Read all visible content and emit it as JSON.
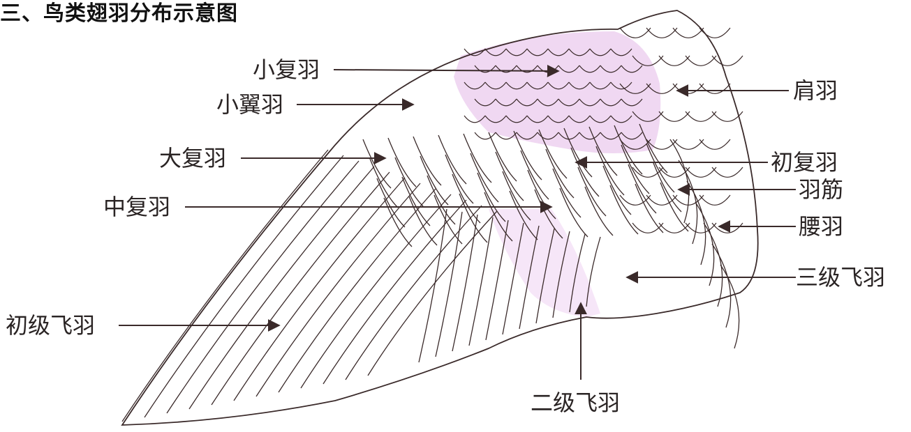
{
  "title": "三、鸟类翅羽分布示意图",
  "colors": {
    "line": "#3a2a2a",
    "covert_tint": "#f0d8f2",
    "secondary_tint": "#f6e6f8",
    "label_text": "#2a2424"
  },
  "labels": {
    "lesser_coverts": "小复羽",
    "alula": "小翼羽",
    "greater_coverts": "大复羽",
    "median_coverts": "中复羽",
    "primaries": "初级飞羽",
    "secondaries": "二级飞羽",
    "scapulars": "肩羽",
    "primary_coverts": "初复羽",
    "feather_shaft": "羽筋",
    "rump_feathers": "腰羽",
    "tertials": "三级飞羽"
  }
}
